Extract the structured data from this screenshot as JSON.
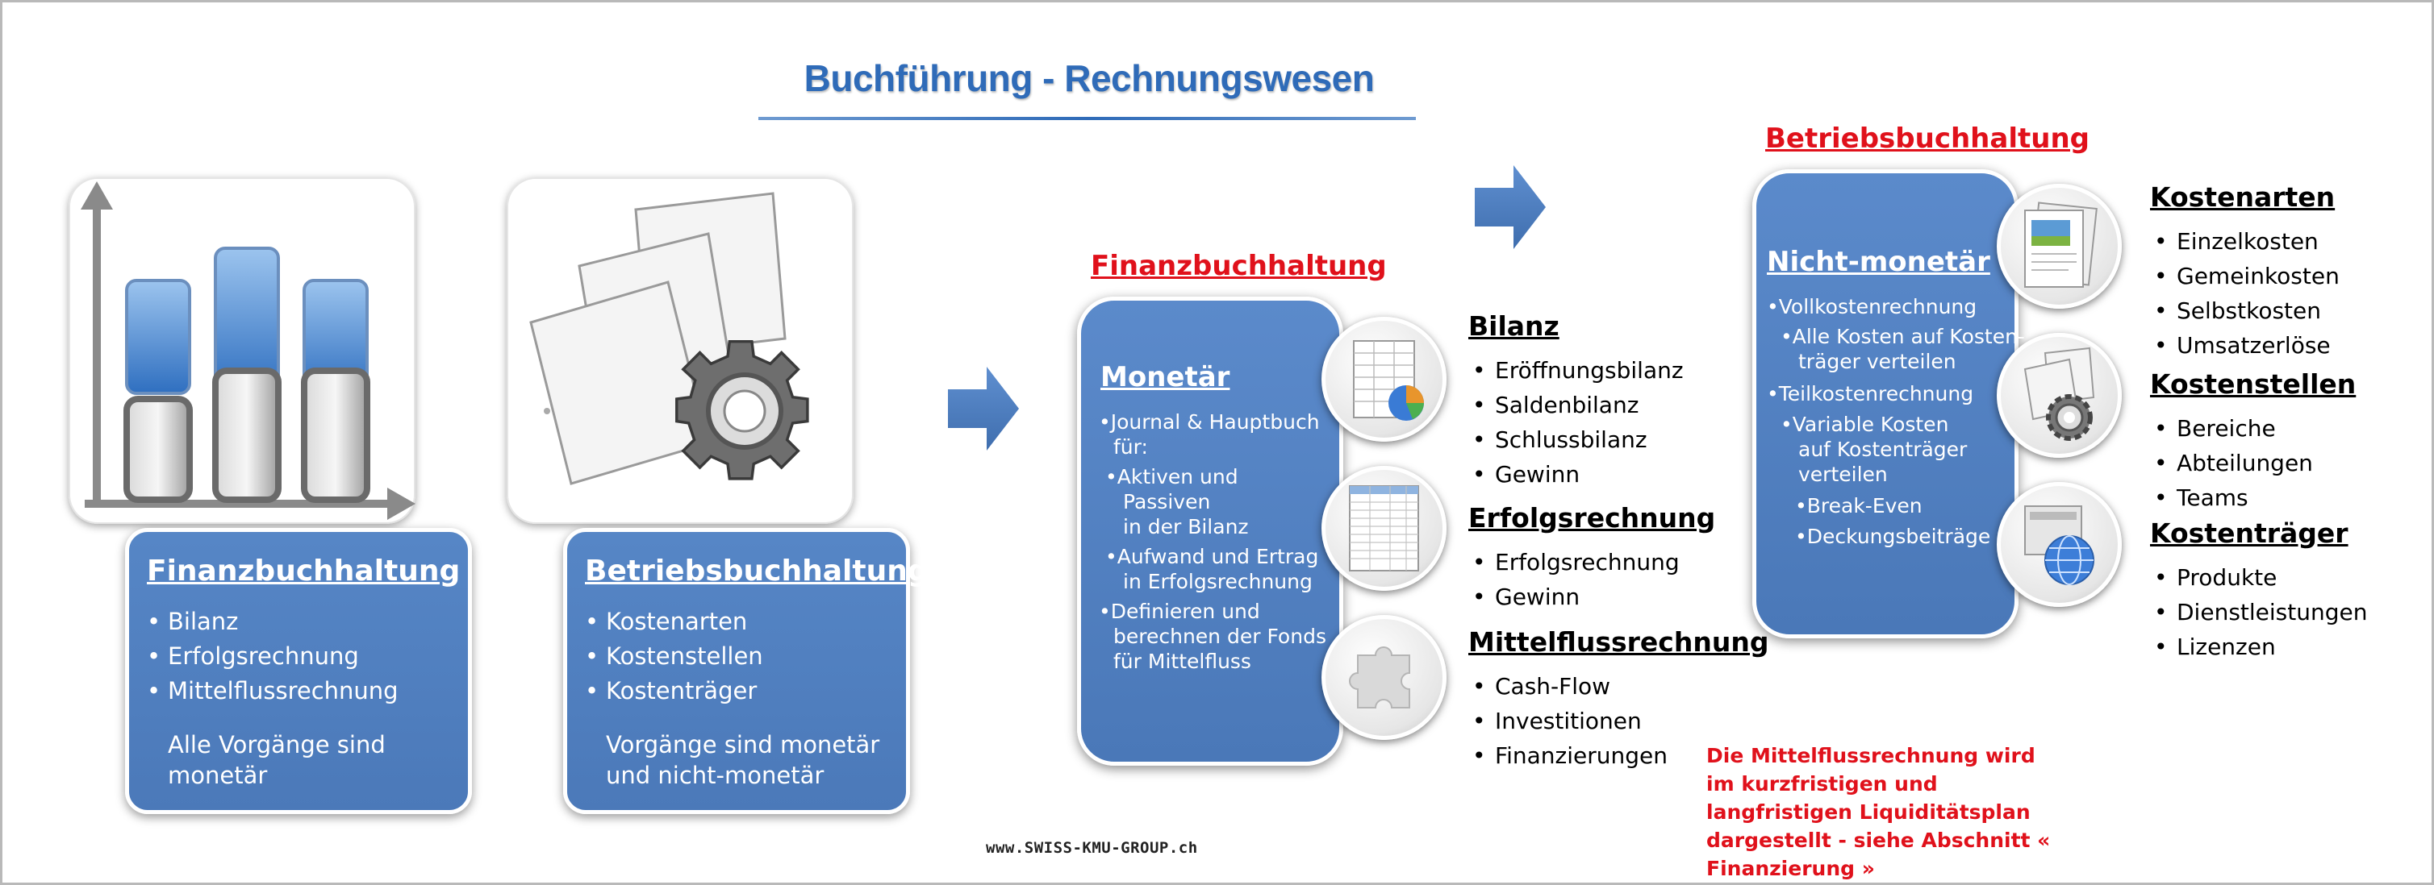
{
  "title": "Buchführung - Rechnungswesen",
  "footer": "www.SWISS-KMU-GROUP.ch",
  "colors": {
    "accent_blue": "#4b79b9",
    "title_blue": "#2f6bb8",
    "red": "#e0111b"
  },
  "left": {
    "fibu": {
      "title": "Finanzbuchhaltung",
      "items": [
        "Bilanz",
        "Erfolgsrechnung",
        "Mittelflussrechnung"
      ],
      "note_1": "Alle Vorgänge sind",
      "note_2": "monetär",
      "icon": "bar-chart-icon"
    },
    "bebu": {
      "title": "Betriebsbuchhaltung",
      "items": [
        "Kostenarten",
        "Kostenstellen",
        "Kostenträger"
      ],
      "note_1": "Vorgänge sind monetär",
      "note_2": "und nicht-monetär",
      "icon": "documents-gear-icon"
    }
  },
  "fibu_section": {
    "heading": "Finanzbuchhaltung",
    "panel": {
      "title": "Monetär",
      "lines": [
        "•Journal & Hauptbuch",
        "für:",
        "•Aktiven und",
        "Passiven",
        "in der Bilanz",
        "•Aufwand und Ertrag",
        "in Erfolgsrechnung",
        "•Definieren und",
        "berechnen der Fonds",
        "für Mittelfluss"
      ]
    },
    "lists": [
      {
        "title": "Bilanz",
        "items": [
          "Eröffnungsbilanz",
          "Saldenbilanz",
          "Schlussbilanz",
          "Gewinn"
        ],
        "icon": "spreadsheet-pie-icon"
      },
      {
        "title": "Erfolgsrechnung",
        "items": [
          "Erfolgsrechnung",
          "Gewinn"
        ],
        "icon": "table-sheet-icon"
      },
      {
        "title": "Mittelflussrechnung",
        "items": [
          "Cash-Flow",
          "Investitionen",
          "Finanzierungen"
        ],
        "icon": "puzzle-piece-icon"
      }
    ]
  },
  "bebu_section": {
    "heading": "Betriebsbuchhaltung",
    "panel": {
      "title": "Nicht-monetär",
      "lines": [
        "•Vollkostenrechnung",
        "•Alle Kosten auf Kosten-",
        "träger verteilen",
        "•Teilkostenrechnung",
        "•Variable Kosten",
        "auf Kostenträger",
        "verteilen",
        "•Break-Even",
        "•Deckungsbeiträge"
      ]
    },
    "lists": [
      {
        "title": "Kostenarten",
        "items": [
          "Einzelkosten",
          "Gemeinkosten",
          "Selbstkosten",
          "Umsatzerlöse"
        ],
        "icon": "document-image-icon"
      },
      {
        "title": "Kostenstellen",
        "items": [
          "Bereiche",
          "Abteilungen",
          "Teams"
        ],
        "icon": "documents-gear-icon"
      },
      {
        "title": "Kostenträger",
        "items": [
          "Produkte",
          "Dienstleistungen",
          "Lizenzen"
        ],
        "icon": "globe-document-icon"
      }
    ]
  },
  "red_note": "Die Mittelflussrechnung wird im kurzfristigen und langfristigen Liquiditätsplan dargestellt - siehe Abschnitt « Finanzierung »"
}
